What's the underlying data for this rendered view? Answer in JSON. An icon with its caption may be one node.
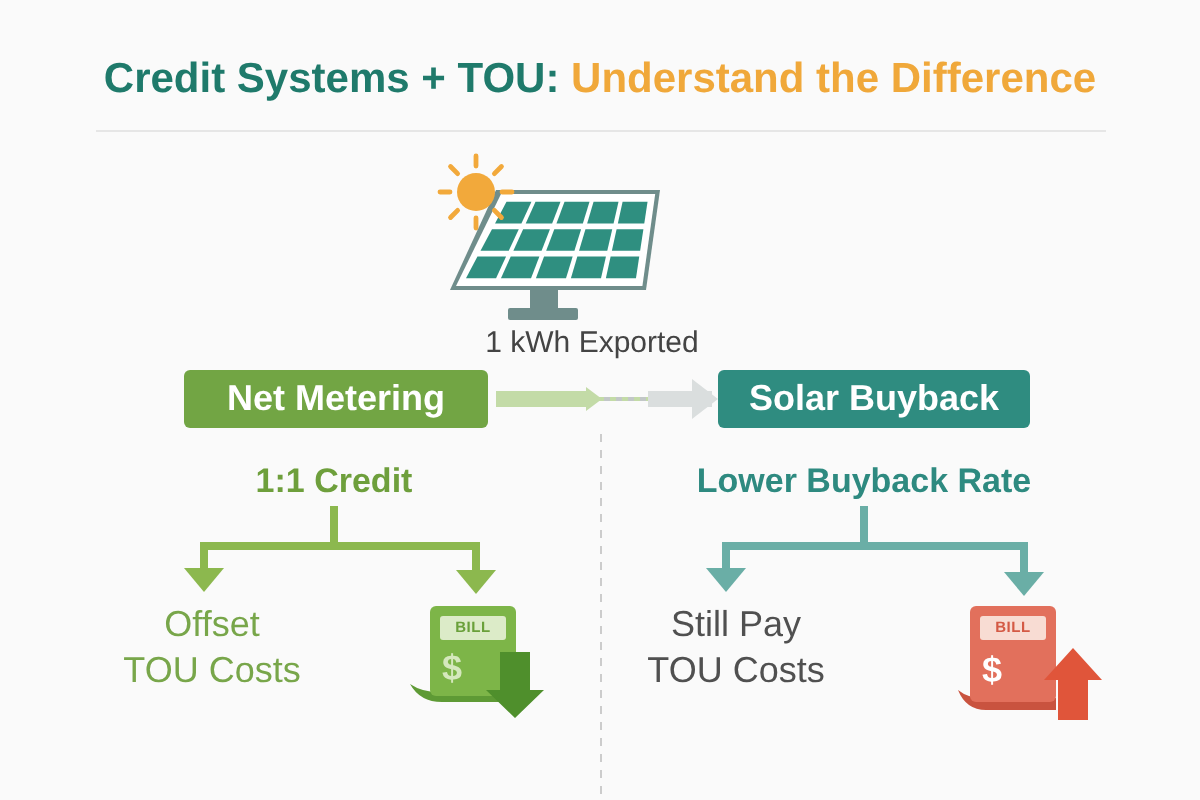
{
  "diagram": {
    "title": "Credit Systems + TOU: Understand the Difference",
    "nodes": [
      {
        "text": [
          "Net Metering"
        ]
      },
      {
        "text": [
          "Solar Buyback"
        ]
      },
      {
        "text": [
          "1:1 Credit"
        ]
      },
      {
        "text": [
          "Lower Buyback Rate"
        ]
      },
      {
        "text": [
          "Offset TOU Costs"
        ]
      },
      {
        "text": [
          "BILL",
          "$"
        ]
      },
      {
        "text": [
          "Still Pay TOU Costs"
        ]
      },
      {
        "text": [
          "BILL",
          "$"
        ]
      }
    ],
    "edges": [
      {
        "from": 0,
        "to": 1,
        "arrow": "to",
        "label": "1 kWh Exported",
        "style": "thick",
        "color": "#c3dba7"
      },
      {
        "from": 2,
        "to": 4,
        "arrow": "to",
        "color": "#8cb84e"
      },
      {
        "from": 2,
        "to": 5,
        "arrow": "to",
        "color": "#8cb84e"
      },
      {
        "from": 3,
        "to": 6,
        "arrow": "to",
        "color": "#6aaea6"
      },
      {
        "from": 3,
        "to": 7,
        "arrow": "to",
        "color": "#6aaea6"
      }
    ]
  }
}
